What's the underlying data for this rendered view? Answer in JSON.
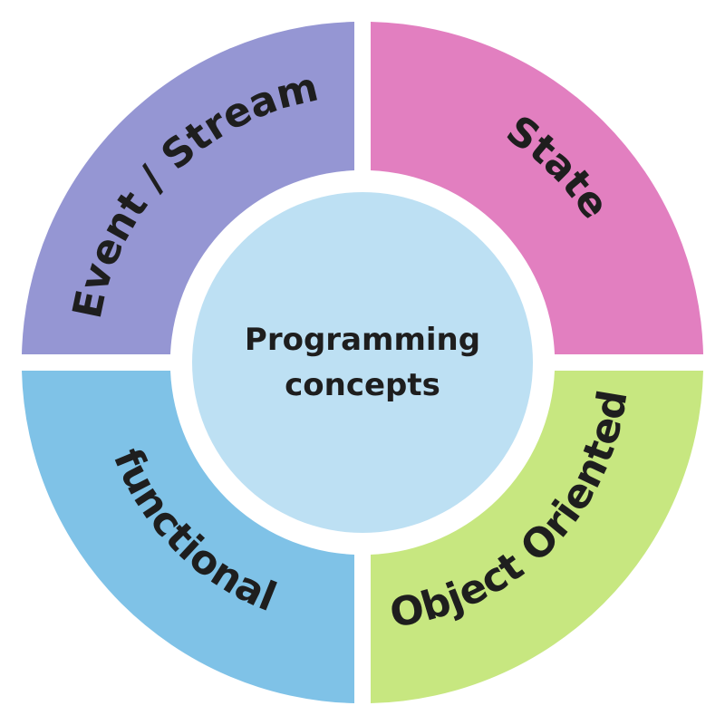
{
  "center": {
    "line1": "Programming",
    "line2": "concepts",
    "color": "#bde0f3"
  },
  "segments": [
    {
      "id": "event-stream",
      "label": "Event / Stream",
      "color": "#9596d3"
    },
    {
      "id": "state",
      "label": "State",
      "color": "#e27fc0"
    },
    {
      "id": "object-oriented",
      "label": "Object Oriented",
      "color": "#c7e780"
    },
    {
      "id": "functional",
      "label": "functional",
      "color": "#7fc2e7"
    }
  ]
}
